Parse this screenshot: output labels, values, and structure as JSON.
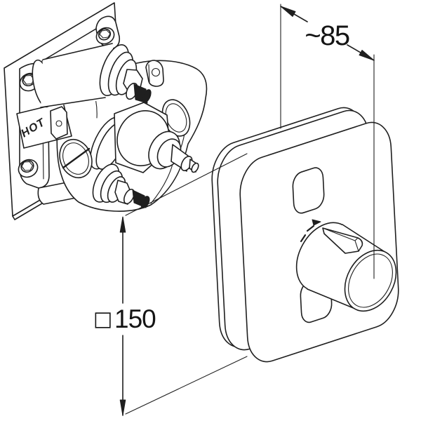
{
  "canvas": {
    "background": "#ffffff",
    "line_color": "#1f1f1f",
    "dark_fill": "#1f1f1f"
  },
  "valve": {
    "hot_label": "HOT"
  },
  "dimensions": {
    "depth": {
      "label": "~85"
    },
    "plate": {
      "symbol": "□",
      "value": "150"
    }
  }
}
